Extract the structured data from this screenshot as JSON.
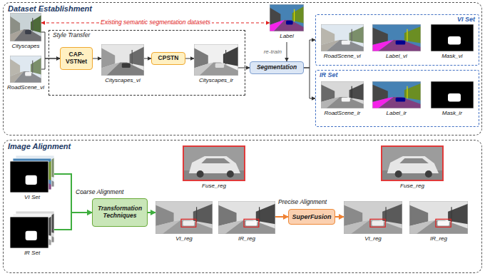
{
  "diagram": {
    "nodes": [
      {
        "text": [
          "Dataset Establishment"
        ]
      },
      {
        "text": [
          "Cityscapes"
        ],
        "in": 0
      },
      {
        "text": [
          "RoadScene_vi"
        ],
        "in": 0
      },
      {
        "text": [
          "Style Transfer"
        ],
        "in": 0
      },
      {
        "text": [
          "CAP-VSTNet"
        ],
        "in": 3
      },
      {
        "text": [
          "Cityscapes_vi"
        ],
        "in": 3
      },
      {
        "text": [
          "CPSTN"
        ],
        "in": 3
      },
      {
        "text": [
          "Cityscapes_ir"
        ],
        "in": 3
      },
      {
        "text": [
          "Label"
        ],
        "in": 0
      },
      {
        "text": [
          "Segmentation"
        ],
        "in": 0
      },
      {
        "text": [
          "VI Set"
        ],
        "in": 0
      },
      {
        "text": [
          "RoadScene_vi"
        ],
        "in": 10
      },
      {
        "text": [
          "Label_vi"
        ],
        "in": 10
      },
      {
        "text": [
          "Mask_vi"
        ],
        "in": 10
      },
      {
        "text": [
          "IR Set"
        ],
        "in": 0
      },
      {
        "text": [
          "RoadScene_ir"
        ],
        "in": 14
      },
      {
        "text": [
          "Label_ir"
        ],
        "in": 14
      },
      {
        "text": [
          "Mask_ir"
        ],
        "in": 14
      },
      {
        "text": [
          "Image Alignment"
        ]
      },
      {
        "text": [
          "VI Set"
        ],
        "in": 18
      },
      {
        "text": [
          "IR Set"
        ],
        "in": 18
      },
      {
        "text": [
          "Transformation Techniques"
        ],
        "in": 18
      },
      {
        "text": [
          "Fuse_reg"
        ],
        "in": 18
      },
      {
        "text": [
          "VI_reg"
        ],
        "in": 18
      },
      {
        "text": [
          "IR_reg"
        ],
        "in": 18
      },
      {
        "text": [
          "SuperFusion"
        ],
        "in": 18
      },
      {
        "text": [
          "Fuse_reg"
        ],
        "in": 18
      },
      {
        "text": [
          "VI_reg"
        ],
        "in": 18
      },
      {
        "text": [
          "IR_reg"
        ],
        "in": 18
      }
    ],
    "edges": [
      {
        "from": 1,
        "to": 8,
        "arrow": "both",
        "label": "Existing semantic segmentation datasets"
      },
      {
        "from": 1,
        "to": 4,
        "arrow": "to"
      },
      {
        "from": 2,
        "to": 4,
        "arrow": "to"
      },
      {
        "from": 4,
        "to": 5,
        "arrow": "to"
      },
      {
        "from": 5,
        "to": 6,
        "arrow": "to"
      },
      {
        "from": 6,
        "to": 7,
        "arrow": "to"
      },
      {
        "from": 7,
        "to": 9,
        "arrow": "to"
      },
      {
        "from": 8,
        "to": 9,
        "arrow": "to",
        "label": "re-train"
      },
      {
        "from": 9,
        "to": 10,
        "arrow": "to"
      },
      {
        "from": 9,
        "to": 14,
        "arrow": "to"
      },
      {
        "from": 19,
        "to": 21,
        "arrow": "to"
      },
      {
        "from": 20,
        "to": 21,
        "arrow": "to"
      },
      {
        "from": 21,
        "to": 23,
        "arrow": "to"
      },
      {
        "from": 24,
        "to": 25,
        "arrow": "to"
      },
      {
        "from": 25,
        "to": 27,
        "arrow": "to"
      }
    ],
    "labels": [
      "Coarse Alignment",
      "Precise Alignment"
    ]
  }
}
